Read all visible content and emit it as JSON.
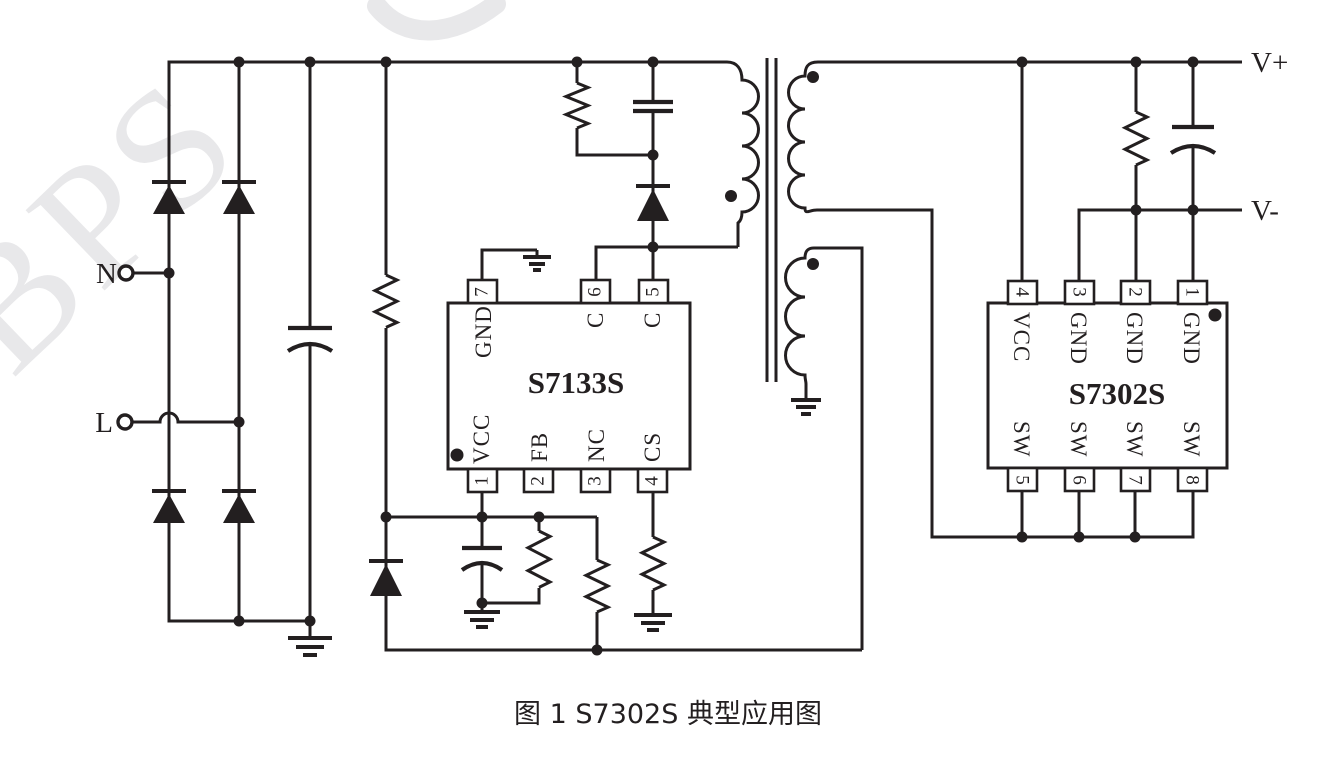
{
  "figure": {
    "caption": "图 1 S7302S 典型应用图",
    "watermark_text": "BPS",
    "ink_color": "#231f20",
    "watermark_color": "#e8e8ea",
    "background_color": "#ffffff"
  },
  "labels": {
    "neutral": "N",
    "line": "L",
    "v_plus": "V+",
    "v_minus": "V-"
  },
  "ic1": {
    "name": "S7133S",
    "top_pins": [
      {
        "number": "7",
        "label": "GND"
      },
      {
        "number": "6",
        "label": "C"
      },
      {
        "number": "5",
        "label": "C"
      }
    ],
    "bottom_pins": [
      {
        "number": "1",
        "label": "VCC"
      },
      {
        "number": "2",
        "label": "FB"
      },
      {
        "number": "3",
        "label": "NC"
      },
      {
        "number": "4",
        "label": "CS"
      }
    ]
  },
  "ic2": {
    "name": "S7302S",
    "top_pins": [
      {
        "number": "4",
        "label": "VCC"
      },
      {
        "number": "3",
        "label": "GND"
      },
      {
        "number": "2",
        "label": "GND"
      },
      {
        "number": "1",
        "label": "GND"
      }
    ],
    "bottom_pins": [
      {
        "number": "5",
        "label": "SW"
      },
      {
        "number": "6",
        "label": "SW"
      },
      {
        "number": "7",
        "label": "SW"
      },
      {
        "number": "8",
        "label": "SW"
      }
    ]
  }
}
